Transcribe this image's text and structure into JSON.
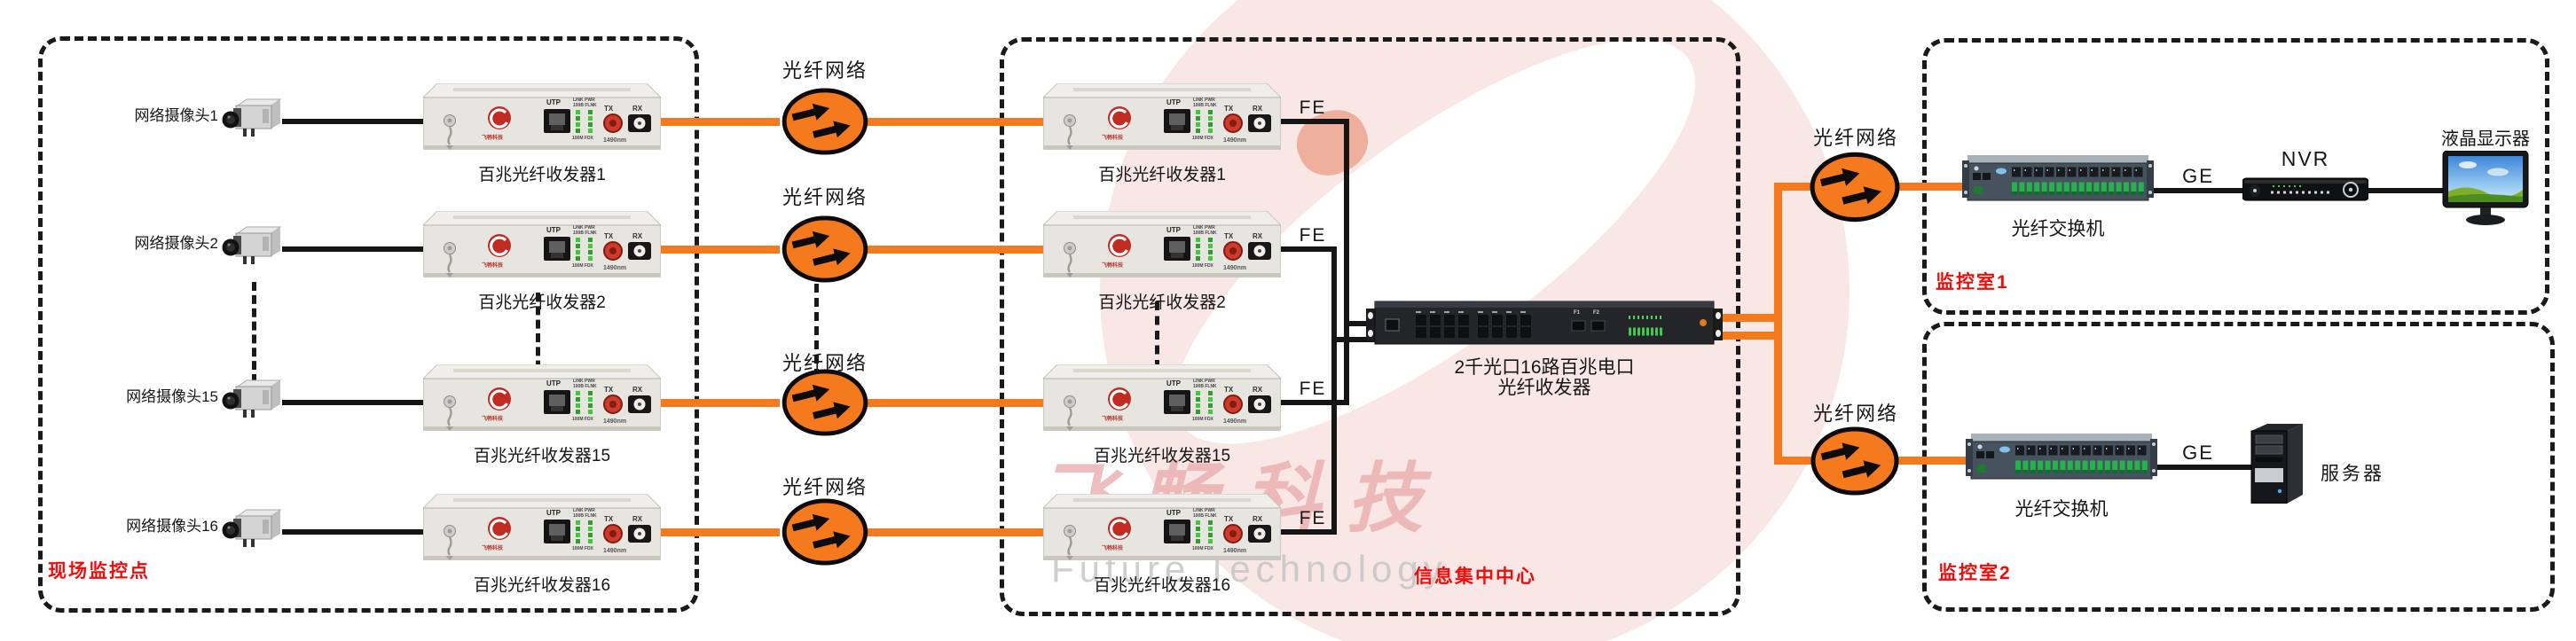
{
  "regions": {
    "site": "现场监控点",
    "center": "信息集中中心",
    "room1": "监控室1",
    "room2": "监控室2"
  },
  "shared": {
    "fiber_network": "光纤网络",
    "fe": "FE",
    "ge": "GE"
  },
  "rows": [
    {
      "camera": "网络摄像头1",
      "converter": "百兆光纤收发器1"
    },
    {
      "camera": "网络摄像头2",
      "converter": "百兆光纤收发器2"
    },
    {
      "camera": "网络摄像头15",
      "converter": "百兆光纤收发器15"
    },
    {
      "camera": "网络摄像头16",
      "converter": "百兆光纤收发器16"
    }
  ],
  "core_switch": {
    "label_line1": "2千光口16路百兆电口",
    "label_line2": "光纤收发器",
    "f1": "F1",
    "f2": "F2"
  },
  "converter_face": {
    "utp": "UTP",
    "link_pwr": "LINK PWR",
    "flnk": "100B FLNK",
    "tx": "TX",
    "rx": "RX",
    "speed": "100M FDX",
    "wavelength": "1490nm",
    "brand": "飞畅科技"
  },
  "room1_devices": {
    "fiber_switch": "光纤交换机",
    "nvr": "NVR",
    "monitor": "液晶显示器"
  },
  "room2_devices": {
    "fiber_switch": "光纤交换机",
    "server": "服务器"
  },
  "watermark": {
    "cn": "飞畅科技",
    "en": "Future Technology"
  },
  "colors": {
    "orange": "#f5791d",
    "red": "#ef0d0c"
  }
}
